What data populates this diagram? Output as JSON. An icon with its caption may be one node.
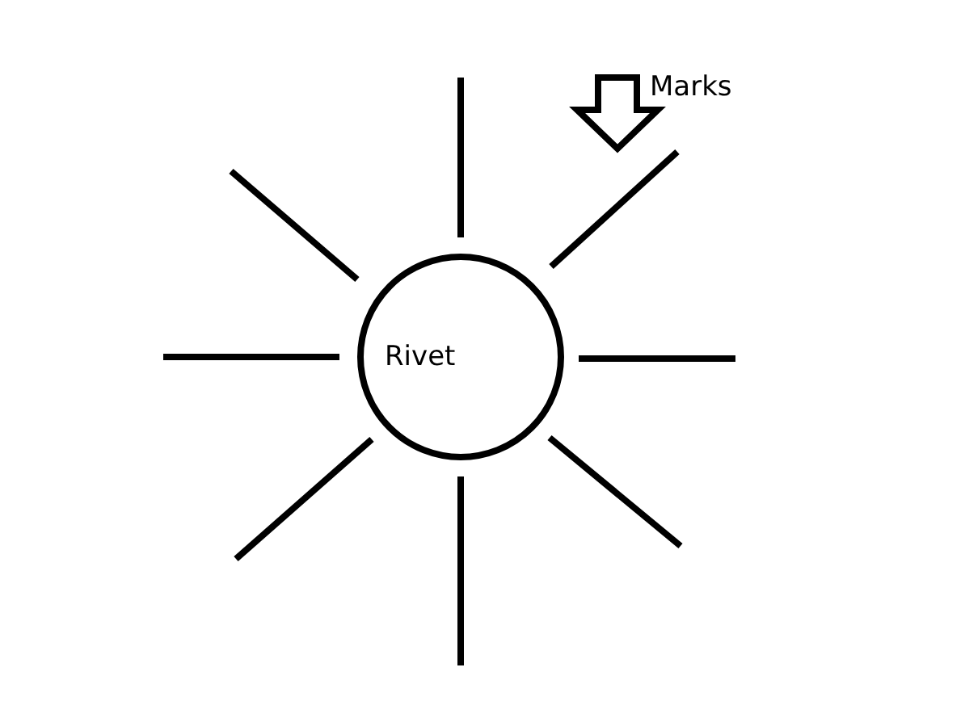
{
  "diagram": {
    "nodes": [
      {
        "text": [
          "Rivet"
        ]
      },
      {
        "text": [
          "Marks"
        ]
      },
      {
        "text": [],
        "shape": "bar"
      }
    ],
    "edges": [
      {
        "from": 1,
        "to": 2,
        "arrow": "to"
      }
    ]
  }
}
